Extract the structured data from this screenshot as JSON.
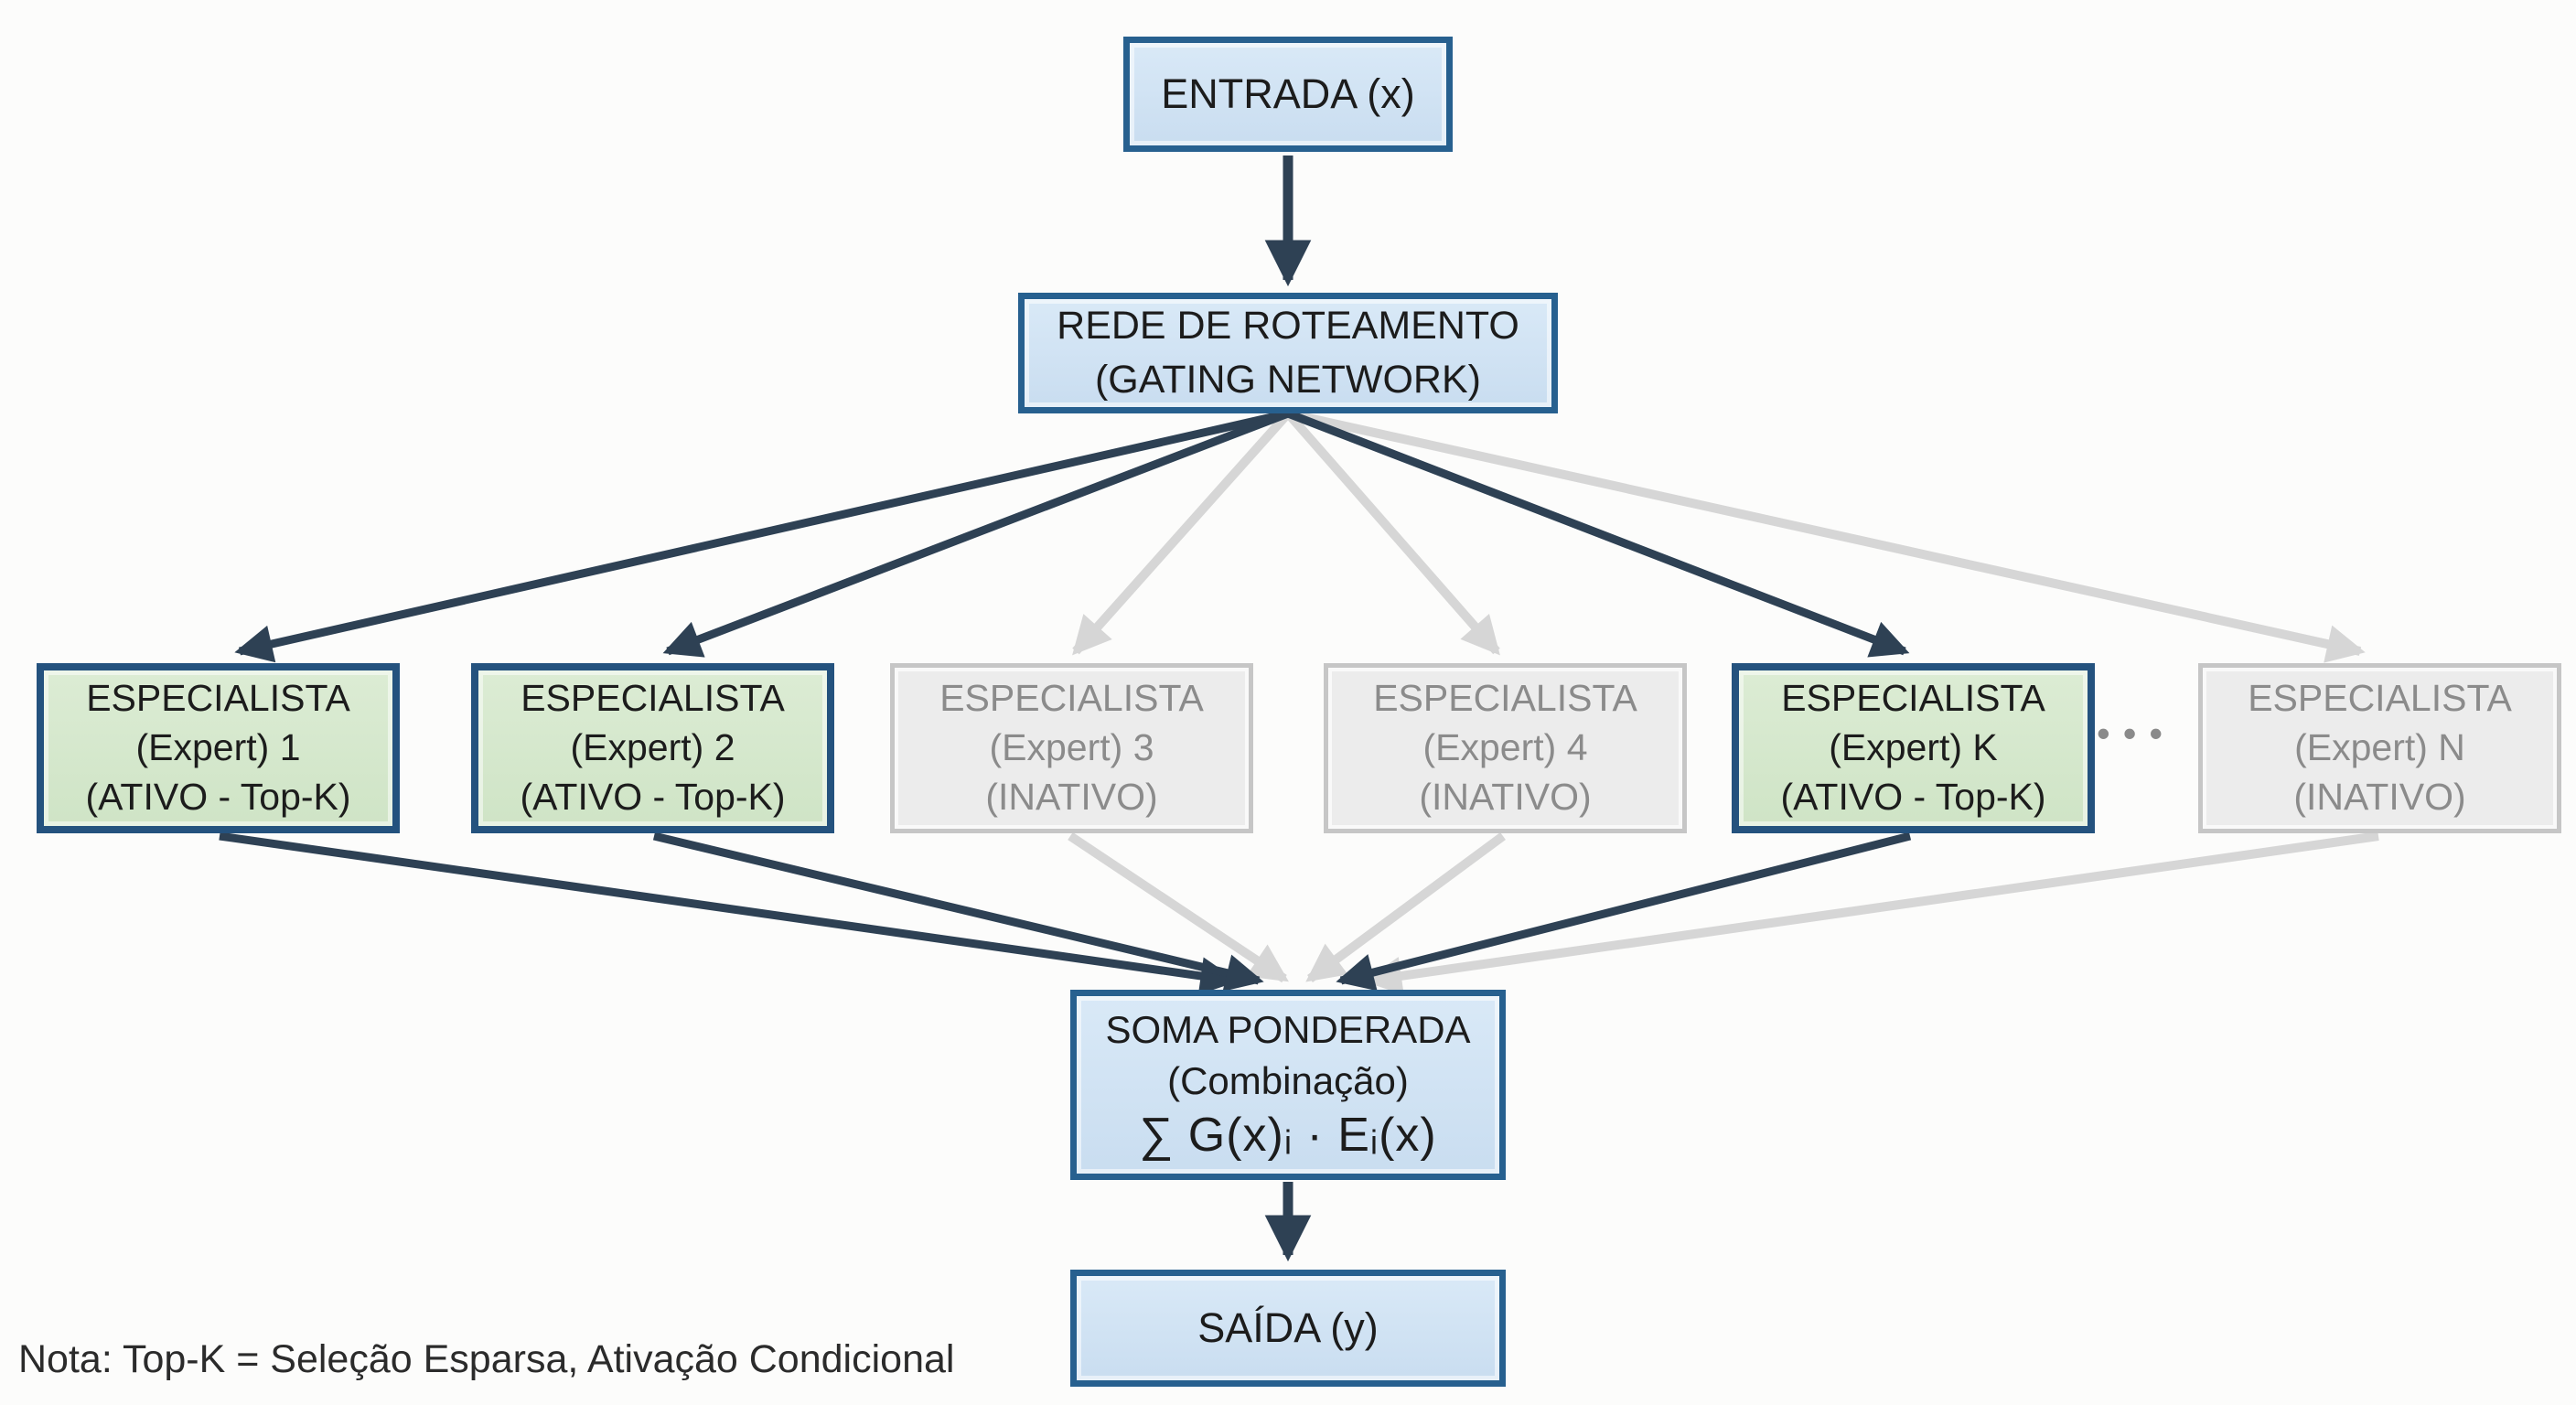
{
  "colors": {
    "background": "#fcfcfb",
    "dark_arrow": "#2e4154",
    "gray_arrow": "#d6d6d6",
    "blue_border": "#27608f",
    "blue_fill_top": "#d9e9f7",
    "blue_fill_bottom": "#c9ddf0",
    "green_border": "#24527e",
    "green_fill_top": "#dcecd4",
    "green_fill_bottom": "#cfe4c6",
    "gray_border": "#c6c6c6",
    "gray_fill": "#ececec",
    "text_dark": "#1c1c1c",
    "text_gray": "#8b8b8b"
  },
  "nodes": {
    "input": {
      "label": "ENTRADA (x)"
    },
    "gating": {
      "line1": "REDE DE ROTEAMENTO",
      "line2": "(GATING NETWORK)"
    },
    "experts": [
      {
        "line1": "ESPECIALISTA",
        "line2": "(Expert) 1",
        "line3": "(ATIVO - Top-K)",
        "state": "active"
      },
      {
        "line1": "ESPECIALISTA",
        "line2": "(Expert) 2",
        "line3": "(ATIVO - Top-K)",
        "state": "active"
      },
      {
        "line1": "ESPECIALISTA",
        "line2": "(Expert) 3",
        "line3": "(INATIVO)",
        "state": "inactive"
      },
      {
        "line1": "ESPECIALISTA",
        "line2": "(Expert) 4",
        "line3": "(INATIVO)",
        "state": "inactive"
      },
      {
        "line1": "ESPECIALISTA",
        "line2": "(Expert) K",
        "line3": "(ATIVO - Top-K)",
        "state": "active"
      },
      {
        "line1": "ESPECIALISTA",
        "line2": "(Expert) N",
        "line3": "(INATIVO)",
        "state": "inactive"
      }
    ],
    "ellipsis": "•••",
    "sum": {
      "line1": "SOMA PONDERADA",
      "line2": "(Combinação)",
      "formula": "∑ G(x)ᵢ · Eᵢ(x)"
    },
    "output": {
      "label": "SAÍDA (y)"
    }
  },
  "note": {
    "text": "Nota: Top-K = Seleção Esparsa, Ativação Condicional"
  }
}
